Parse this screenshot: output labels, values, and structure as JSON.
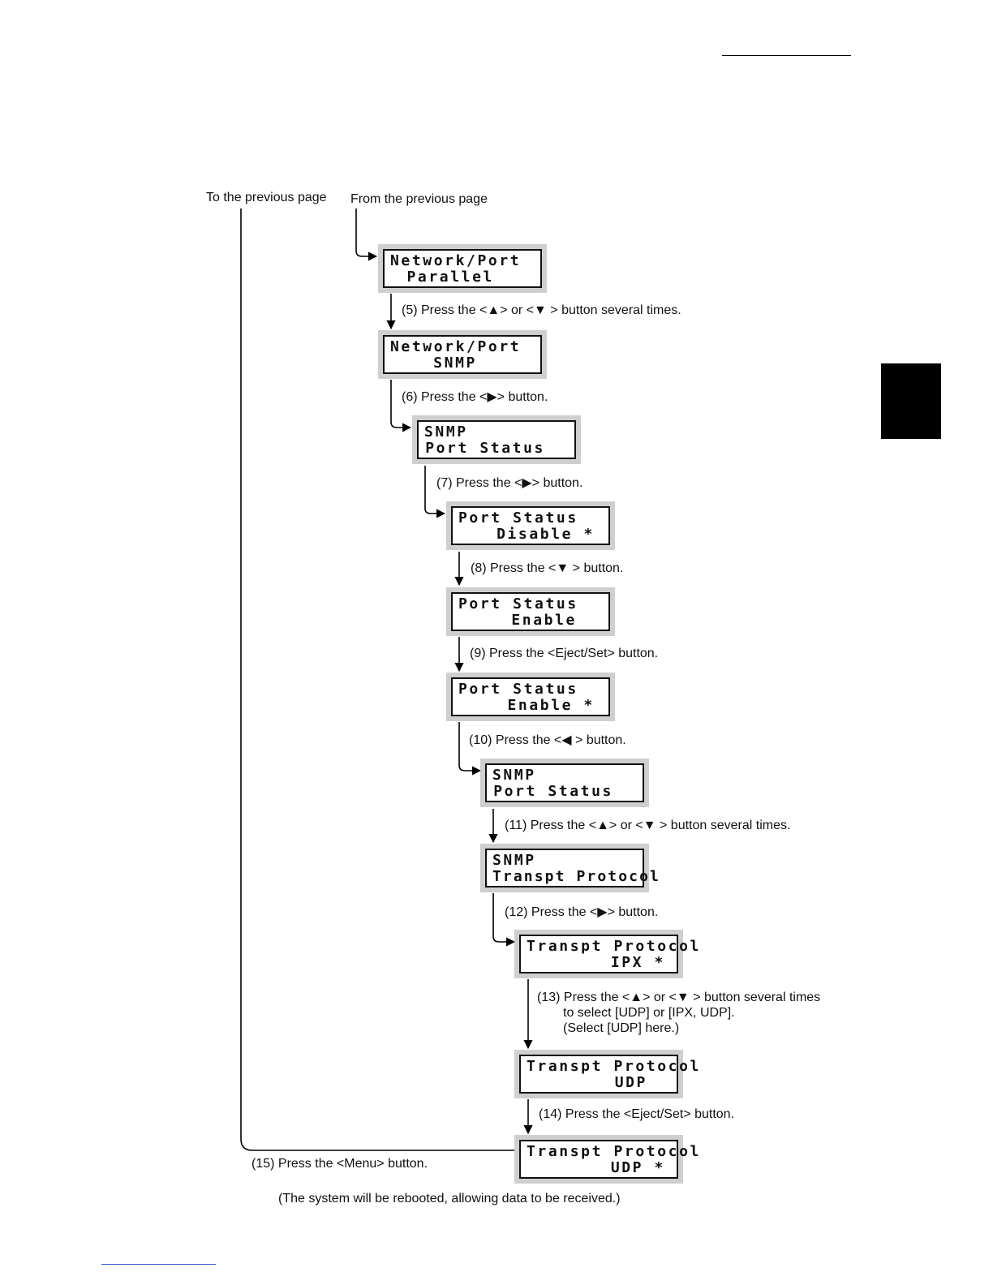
{
  "labels": {
    "to_previous": "To the previous page",
    "from_previous": "From the previous page",
    "final_note": "(The system will be rebooted, allowing data to be received.)"
  },
  "screens": [
    {
      "line1": "Network/Port",
      "line2": "Parallel"
    },
    {
      "line1": "Network/Port",
      "line2": "SNMP"
    },
    {
      "line1": "SNMP",
      "line2": "Port Status"
    },
    {
      "line1": "Port Status",
      "line2": "Disable *"
    },
    {
      "line1": "Port Status",
      "line2": "Enable"
    },
    {
      "line1": "Port Status",
      "line2": "Enable *"
    },
    {
      "line1": "SNMP",
      "line2": "Port Status"
    },
    {
      "line1": "SNMP",
      "line2": "Transpt Protocol"
    },
    {
      "line1": "Transpt Protocol",
      "line2": "IPX *"
    },
    {
      "line1": "Transpt Protocol",
      "line2": "UDP"
    },
    {
      "line1": "Transpt Protocol",
      "line2": "UDP *"
    }
  ],
  "steps": [
    "(5) Press the <▲> or <▼ > button several times.",
    "(6) Press the <▶> button.",
    "(7) Press the <▶> button.",
    "(8) Press the <▼ > button.",
    "(9) Press the <Eject/Set> button.",
    "(10) Press the <◀ > button.",
    "(11) Press the <▲> or <▼ > button several times.",
    "(12) Press the <▶> button.",
    "(13) Press the <▲> or <▼ > button several times",
    "to select [UDP] or [IPX, UDP].",
    "(Select [UDP] here.)",
    "(14) Press the <Eject/Set> button.",
    "(15) Press the <Menu> button."
  ]
}
